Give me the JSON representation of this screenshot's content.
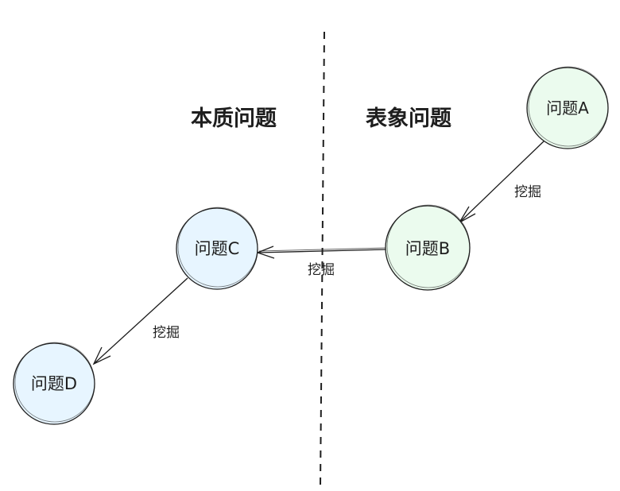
{
  "regions": {
    "left_title": "本质问题",
    "right_title": "表象问题"
  },
  "nodes": [
    {
      "id": "A",
      "label": "问题A",
      "fill": "#ebfbee"
    },
    {
      "id": "B",
      "label": "问题B",
      "fill": "#ebfbee"
    },
    {
      "id": "C",
      "label": "问题C",
      "fill": "#e7f5ff"
    },
    {
      "id": "D",
      "label": "问题D",
      "fill": "#e7f5ff"
    }
  ],
  "edges": [
    {
      "from": "A",
      "to": "B",
      "label": "挖掘"
    },
    {
      "from": "B",
      "to": "C",
      "label": "挖掘"
    },
    {
      "from": "C",
      "to": "D",
      "label": "挖掘"
    }
  ],
  "colors": {
    "stroke": "#1e1e1e",
    "background": "#ffffff"
  }
}
